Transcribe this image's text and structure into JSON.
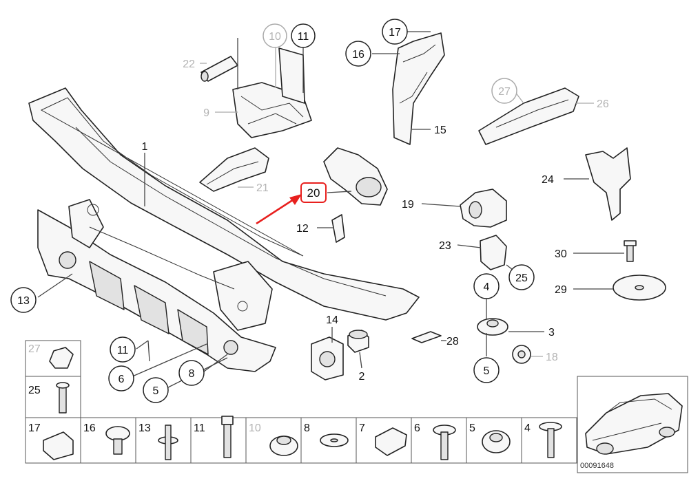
{
  "callouts": {
    "c1": "1",
    "c2": "2",
    "c3": "3",
    "c4": "4",
    "c5a": "5",
    "c5b": "5",
    "c6": "6",
    "c8": "8",
    "c9": "9",
    "c10": "10",
    "c11a": "11",
    "c11b": "11",
    "c12": "12",
    "c13": "13",
    "c14": "14",
    "c15": "15",
    "c16": "16",
    "c17": "17",
    "c18": "18",
    "c19": "19",
    "c20": "20",
    "c21": "21",
    "c22": "22",
    "c23": "23",
    "c24": "24",
    "c25": "25",
    "c26": "26",
    "c27": "27",
    "c28": "28",
    "c29": "29",
    "c30": "30"
  },
  "legend_left": [
    {
      "label": "27",
      "greyed": true
    },
    {
      "label": "25",
      "greyed": false
    }
  ],
  "legend_bottom": [
    {
      "label": "17",
      "greyed": false
    },
    {
      "label": "16",
      "greyed": false
    },
    {
      "label": "13",
      "greyed": false
    },
    {
      "label": "11",
      "greyed": false
    },
    {
      "label": "10",
      "greyed": true
    },
    {
      "label": "8",
      "greyed": false
    },
    {
      "label": "7",
      "greyed": false
    },
    {
      "label": "6",
      "greyed": false
    },
    {
      "label": "5",
      "greyed": false
    },
    {
      "label": "4",
      "greyed": false
    }
  ],
  "catalog_number": "00091648",
  "colors": {
    "highlight": "#e8201e",
    "greyed": "#b3b3b3",
    "ink": "#222222"
  }
}
